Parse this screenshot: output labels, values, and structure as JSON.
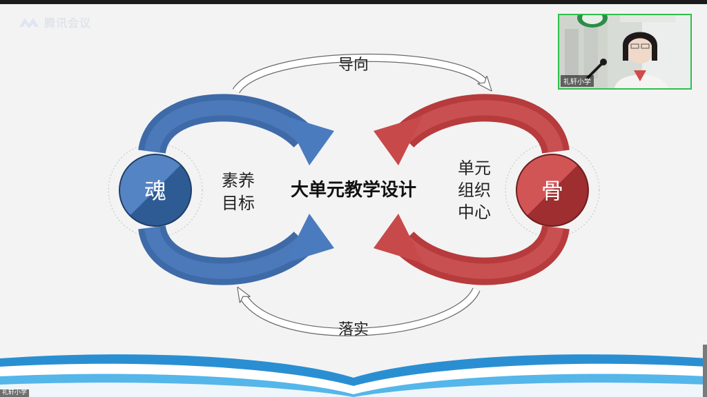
{
  "app": {
    "name": "腾讯会议"
  },
  "slide": {
    "center_title": "大单元教学设计",
    "top_arrow_label": "导向",
    "bottom_arrow_label": "落实",
    "left_circle": "魂",
    "right_circle": "骨",
    "left_text": [
      "素养",
      "目标"
    ],
    "right_text": [
      "单元",
      "组织",
      "中心"
    ],
    "colors": {
      "blue": "#4a7bbf",
      "blue_dark": "#2e5b93",
      "red": "#c8494a",
      "red_dark": "#9e2e2f"
    }
  },
  "video_tile": {
    "participant_name": "礼轩小学",
    "header_text": "小学"
  },
  "bottom_participant_label": "礼轩小学"
}
